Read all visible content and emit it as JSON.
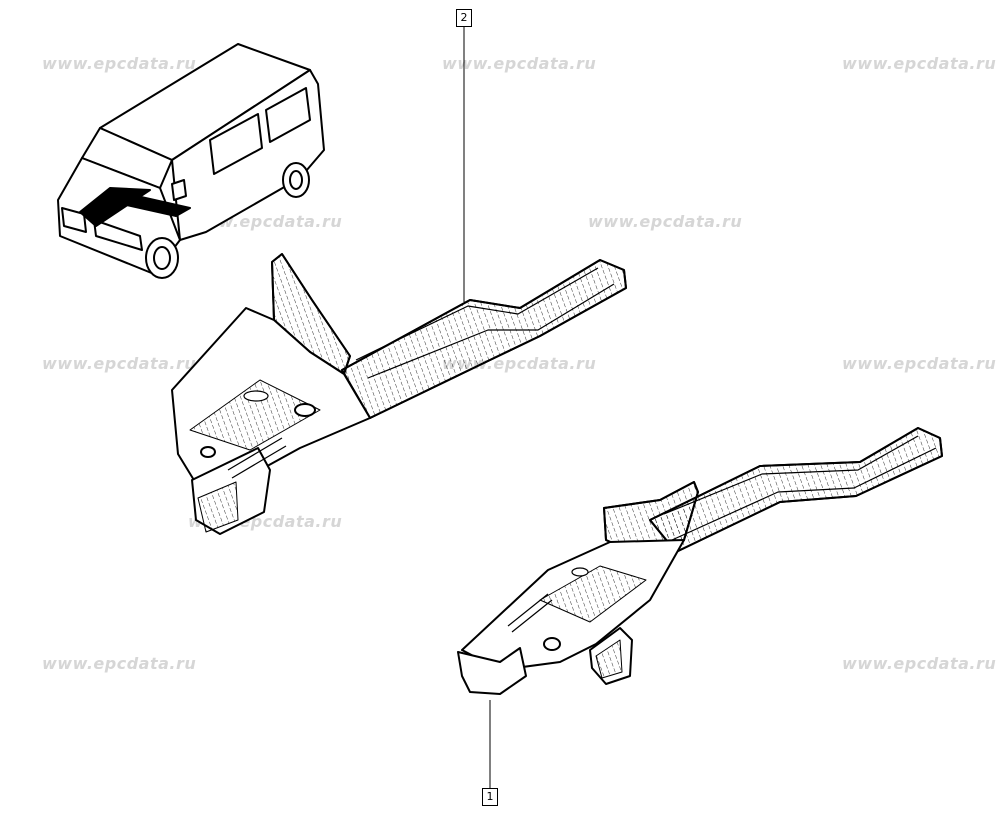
{
  "watermark": "www.epcdata.ru",
  "callouts": [
    {
      "id": "callout-2",
      "label": "2"
    },
    {
      "id": "callout-1",
      "label": "1"
    }
  ],
  "colors": {
    "line": "#000000",
    "watermark": "#d6d6d6",
    "background": "#ffffff"
  }
}
